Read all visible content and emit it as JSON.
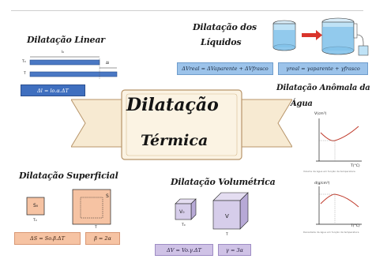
{
  "center": {
    "line1": "Dilatação",
    "line2": "Térmica",
    "ribbon_color": "#f7ead2",
    "ribbon_border": "#b8956a"
  },
  "linear": {
    "title": "Dilatação Linear",
    "labels": {
      "l0": "l₀",
      "ten": "T₀",
      "t": "T",
      "dl": "Δl"
    },
    "formula": "Δl = lo.α.ΔT"
  },
  "liquids": {
    "title_line1": "Dilatação dos",
    "title_line2": "Líquidos",
    "formula1": "ΔVreal = ΔVaparente + ΔVfrasco",
    "formula2": "γreal = γaparente + γfrasco"
  },
  "water": {
    "title_line1": "Dilatação Anômala da",
    "title_line2": "Água",
    "graph1": {
      "ylabel": "V(cm³)",
      "xlabel": "T(°C)",
      "note": "Volume da água em função da temperatura"
    },
    "graph2": {
      "ylabel": "d(g/cm³)",
      "xlabel": "T(°C)",
      "note": "Densidade da água em função da temperatura"
    }
  },
  "superficial": {
    "title": "Dilatação Superficial",
    "s0": "S₀",
    "t0": "T₀",
    "s": "S",
    "t": "T",
    "formula1": "ΔS = So.β.ΔT",
    "formula2": "β = 2α"
  },
  "volumetric": {
    "title": "Dilatação Volumétrica",
    "v0": "V₀",
    "t0": "T₀",
    "v": "V",
    "t": "T",
    "formula1": "ΔV = Vo.γ.ΔT",
    "formula2": "γ = 3α"
  }
}
